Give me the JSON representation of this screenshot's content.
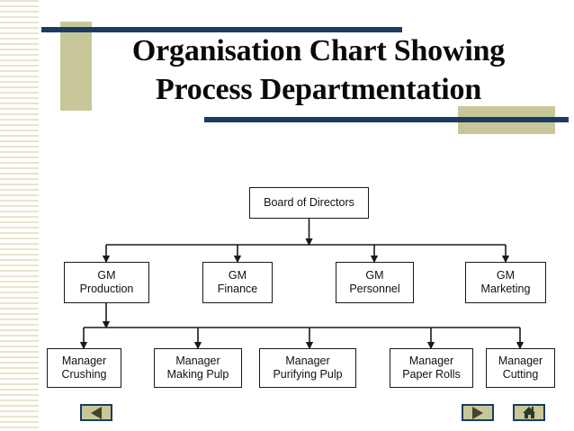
{
  "title": {
    "line1": "Organisation Chart Showing",
    "line2": "Process Departmentation"
  },
  "colors": {
    "navy": "#1b3c60",
    "khaki": "#c8c79a",
    "stripe": "#e8e4d0",
    "box_border": "#1a1a1a",
    "text": "#111111"
  },
  "chart_data": {
    "type": "diagram",
    "title": "Organisation Chart Showing Process Departmentation",
    "levels": [
      {
        "level": 1,
        "nodes": [
          {
            "id": "board",
            "line1": "Board of Directors",
            "line2": ""
          }
        ]
      },
      {
        "level": 2,
        "nodes": [
          {
            "id": "gm-production",
            "line1": "GM",
            "line2": "Production"
          },
          {
            "id": "gm-finance",
            "line1": "GM",
            "line2": "Finance"
          },
          {
            "id": "gm-personnel",
            "line1": "GM",
            "line2": "Personnel"
          },
          {
            "id": "gm-marketing",
            "line1": "GM",
            "line2": "Marketing"
          }
        ]
      },
      {
        "level": 3,
        "nodes": [
          {
            "id": "mgr-crushing",
            "line1": "Manager",
            "line2": "Crushing"
          },
          {
            "id": "mgr-making-pulp",
            "line1": "Manager",
            "line2": "Making Pulp"
          },
          {
            "id": "mgr-purifying-pulp",
            "line1": "Manager",
            "line2": "Purifying Pulp"
          },
          {
            "id": "mgr-paper-rolls",
            "line1": "Manager",
            "line2": "Paper Rolls"
          },
          {
            "id": "mgr-cutting",
            "line1": "Manager",
            "line2": "Cutting"
          }
        ]
      }
    ],
    "edges": [
      {
        "from": "board",
        "to": "gm-production"
      },
      {
        "from": "board",
        "to": "gm-finance"
      },
      {
        "from": "board",
        "to": "gm-personnel"
      },
      {
        "from": "board",
        "to": "gm-marketing"
      },
      {
        "from": "gm-production",
        "to": "mgr-crushing"
      },
      {
        "from": "gm-production",
        "to": "mgr-making-pulp"
      },
      {
        "from": "gm-production",
        "to": "mgr-purifying-pulp"
      },
      {
        "from": "gm-production",
        "to": "mgr-paper-rolls"
      },
      {
        "from": "gm-production",
        "to": "mgr-cutting"
      }
    ]
  },
  "nav": {
    "back_icon": "triangle-left-icon",
    "next_icon": "triangle-right-icon",
    "home_icon": "home-icon"
  }
}
